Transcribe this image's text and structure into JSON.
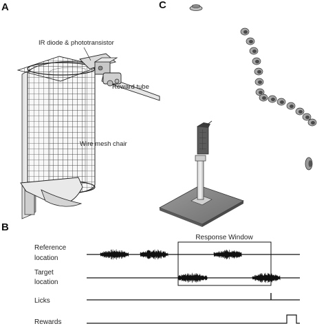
{
  "panels": {
    "a": {
      "letter": "A",
      "callouts": {
        "ir_diode": "IR diode & phototransistor",
        "reward_tube": "Reward tube",
        "wire_mesh_chair": "Wire mesh chair"
      }
    },
    "b": {
      "letter": "B",
      "response_window_label": "Response Window",
      "rows": {
        "reference": [
          "Reference",
          "location"
        ],
        "target": [
          "Target",
          "location"
        ],
        "licks": "Licks",
        "rewards": "Rewards"
      }
    },
    "c": {
      "letter": "C"
    }
  },
  "colors": {
    "line": "#111111",
    "metal_light": "#e2e2e2",
    "metal_mid": "#bdbdbd",
    "metal_dark": "#8a8a8a",
    "mesh": "#2a2a2a"
  }
}
